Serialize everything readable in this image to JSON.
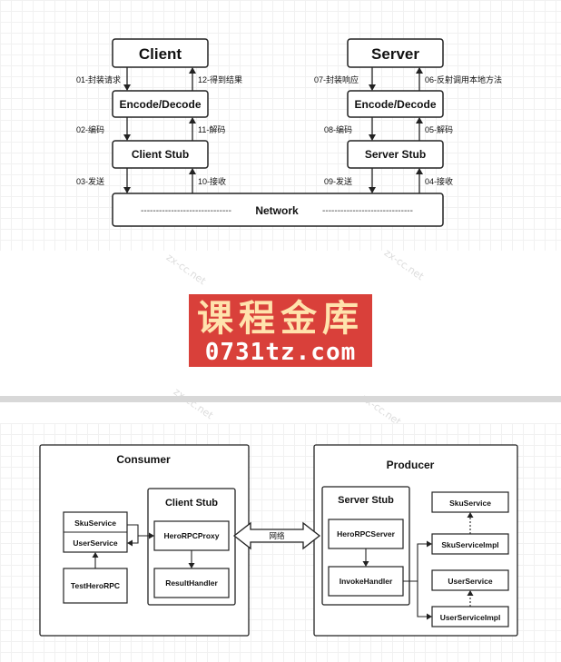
{
  "top": {
    "client": "Client",
    "server": "Server",
    "encode_left": "Encode/Decode",
    "encode_right": "Encode/Decode",
    "client_stub": "Client Stub",
    "server_stub": "Server Stub",
    "network": "Network",
    "dashes": "------------------------------",
    "l01": "01-封装请求",
    "l12": "12-得到结果",
    "l02": "02-编码",
    "l11": "11-解码",
    "l03": "03-发送",
    "l10": "10-接收",
    "l07": "07-封装响应",
    "l06": "06-反射调用本地方法",
    "l08": "08-编码",
    "l05": "05-解码",
    "l09": "09-发送",
    "l04": "04-接收"
  },
  "watermark": {
    "banner_title": "课程金库",
    "banner_url": "0731tz.com",
    "faint": "zx-cc.net"
  },
  "bottom": {
    "consumer": "Consumer",
    "producer": "Producer",
    "client_stub": "Client Stub",
    "server_stub": "Server Stub",
    "sku_service": "SkuService",
    "user_service": "UserService",
    "test_rpc": "TestHeroRPC",
    "proxy": "HeroRPCProxy",
    "result_handler": "ResultHandler",
    "rpc_server": "HeroRPCServer",
    "invoke_handler": "InvokeHandler",
    "network_label": "网络",
    "sku_service_right": "SkuService",
    "sku_impl": "SkuServiceImpl",
    "user_service_right": "UserService",
    "user_impl": "UserServiceImpl"
  }
}
